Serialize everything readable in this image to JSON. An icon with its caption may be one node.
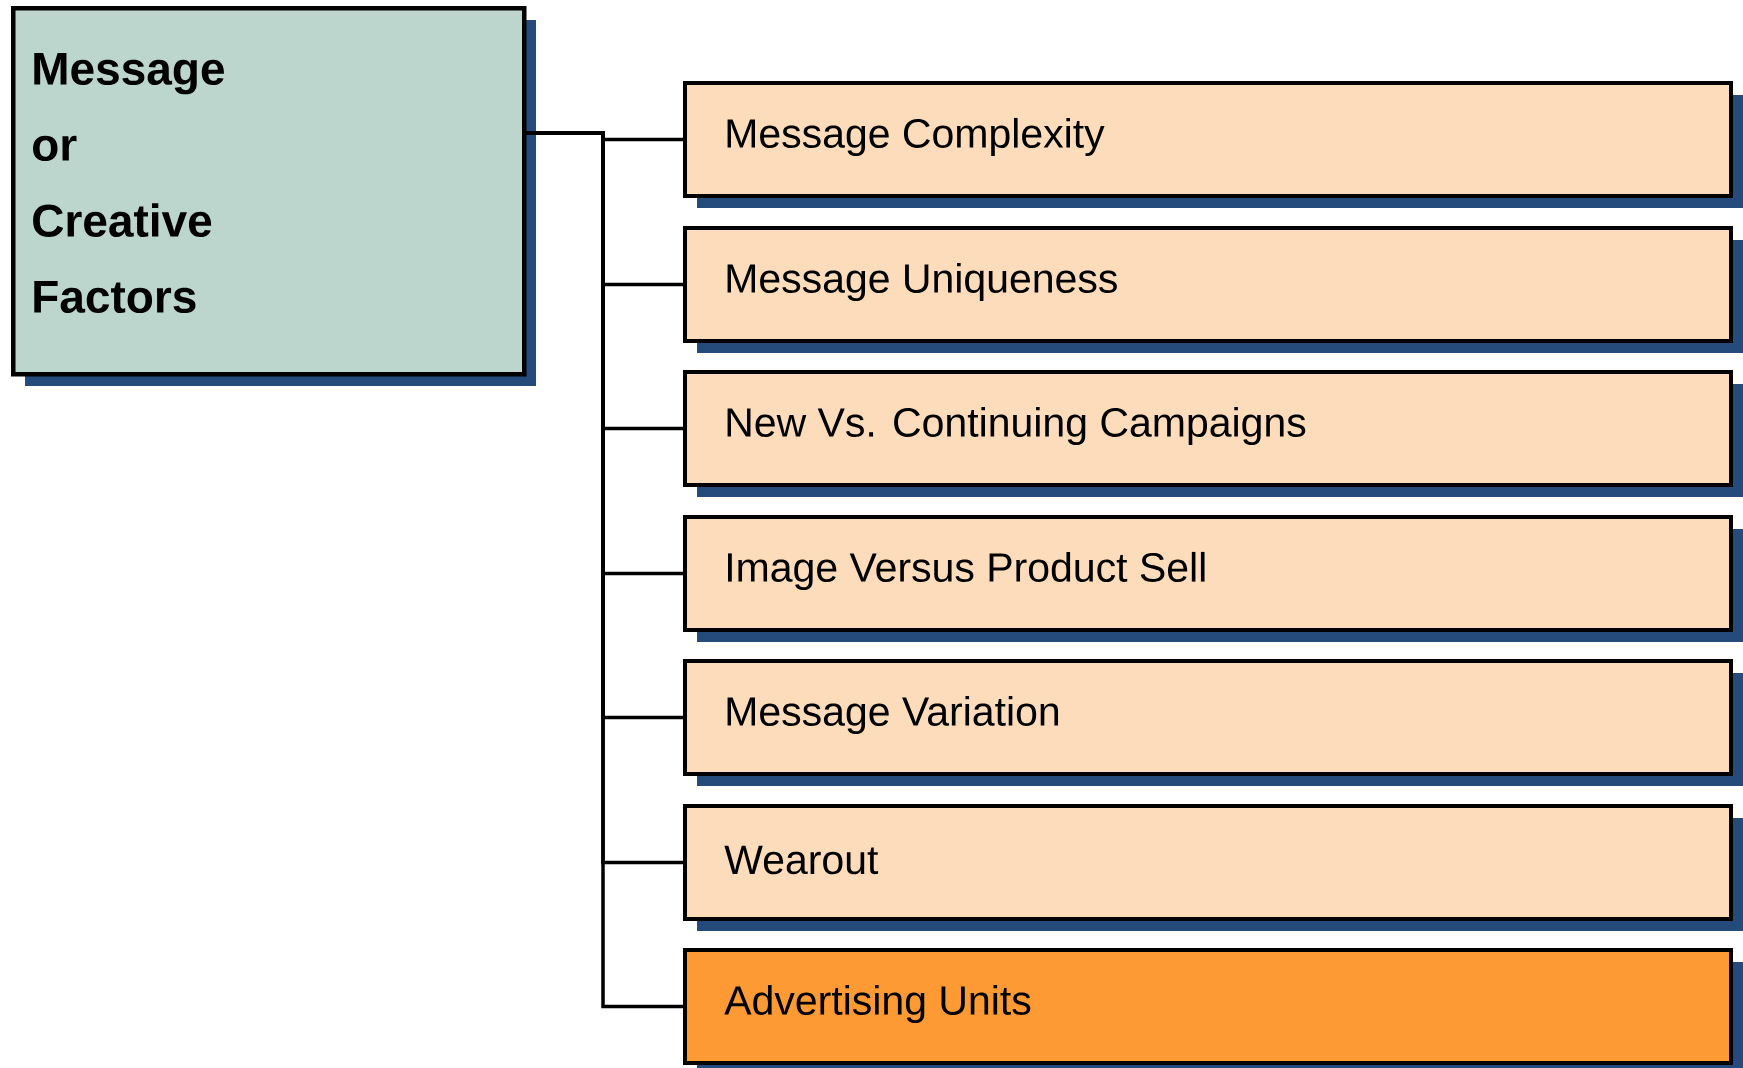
{
  "diagram": {
    "nodes": [
      {
        "text": [
          "Message or Creative Factors"
        ]
      },
      {
        "text": [
          "Message Complexity"
        ]
      },
      {
        "text": [
          "Message Uniqueness"
        ]
      },
      {
        "text": [
          "New Vs. Continuing Campaigns"
        ]
      },
      {
        "text": [
          "Image Versus Product Sell"
        ]
      },
      {
        "text": [
          "Message Variation"
        ]
      },
      {
        "text": [
          "Wearout"
        ]
      },
      {
        "text": [
          "Advertising Units"
        ]
      }
    ],
    "edges": [
      {
        "from": 0,
        "to": 1,
        "arrow": "none"
      },
      {
        "from": 0,
        "to": 2,
        "arrow": "none"
      },
      {
        "from": 0,
        "to": 3,
        "arrow": "none"
      },
      {
        "from": 0,
        "to": 4,
        "arrow": "none"
      },
      {
        "from": 0,
        "to": 5,
        "arrow": "none"
      },
      {
        "from": 0,
        "to": 6,
        "arrow": "none"
      },
      {
        "from": 0,
        "to": 7,
        "arrow": "none"
      }
    ]
  }
}
